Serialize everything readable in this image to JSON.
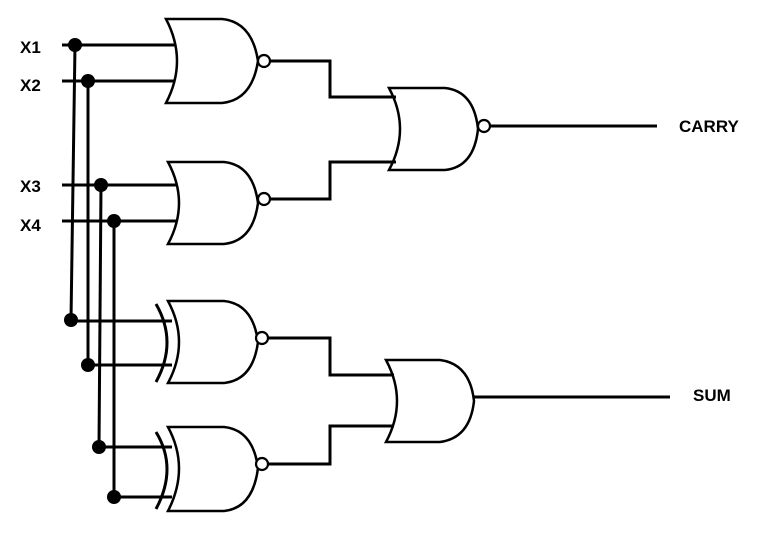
{
  "inputs": [
    "X1",
    "X2",
    "X3",
    "X4"
  ],
  "outputs": {
    "carry": "CARRY",
    "sum": "SUM"
  },
  "gates": [
    {
      "name": "nor-gate-1",
      "type": "NOR",
      "inputs": [
        "X1",
        "X2"
      ]
    },
    {
      "name": "nor-gate-2",
      "type": "NOR",
      "inputs": [
        "X3",
        "X4"
      ]
    },
    {
      "name": "nor-gate-3",
      "type": "NOR",
      "inputs": [
        "nor-gate-1",
        "nor-gate-2"
      ],
      "output": "CARRY"
    },
    {
      "name": "xnor-gate-1",
      "type": "XNOR",
      "inputs": [
        "X1",
        "X2"
      ]
    },
    {
      "name": "xnor-gate-2",
      "type": "XNOR",
      "inputs": [
        "X3",
        "X4"
      ]
    },
    {
      "name": "or-gate-1",
      "type": "OR",
      "inputs": [
        "xnor-gate-1",
        "xnor-gate-2"
      ],
      "output": "SUM"
    }
  ],
  "colors": {
    "ink": "#000000",
    "background": "#ffffff"
  }
}
